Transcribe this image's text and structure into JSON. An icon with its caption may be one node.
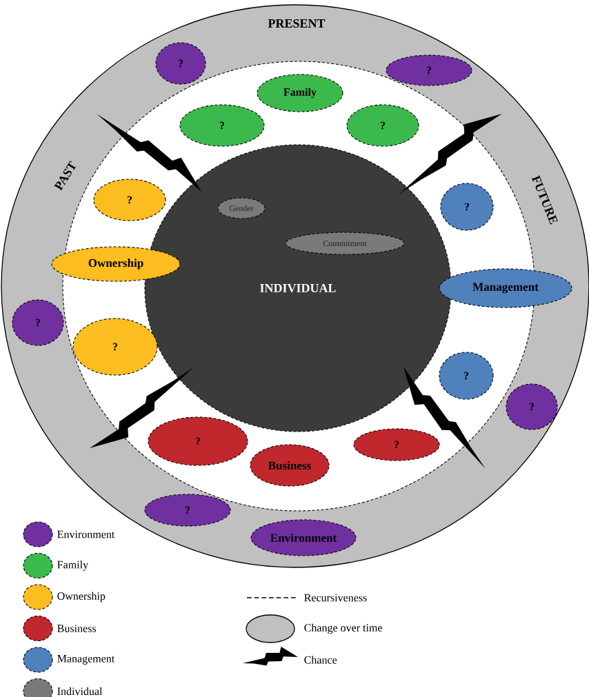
{
  "diagram": {
    "nodes": [
      {
        "text": [
          "PRESENT",
          "PAST",
          "FUTURE"
        ]
      },
      {
        "text": [],
        "shape": "circle",
        "in": 0
      },
      {
        "text": [
          "INDIVIDUAL"
        ],
        "in": 1
      },
      {
        "text": [
          "Gender"
        ],
        "in": 2
      },
      {
        "text": [
          "Commitment"
        ],
        "in": 2
      },
      {
        "text": [
          "?"
        ],
        "in": 0
      },
      {
        "text": [
          "?"
        ],
        "in": 0
      },
      {
        "text": [
          "Family"
        ],
        "in": 1
      },
      {
        "text": [
          "?"
        ],
        "in": 1
      },
      {
        "text": [
          "?"
        ],
        "in": 1
      },
      {
        "text": [
          "?"
        ],
        "in": 1
      },
      {
        "text": [
          "?"
        ],
        "in": 1
      },
      {
        "text": [
          "Ownership"
        ],
        "in": 0
      },
      {
        "text": [
          "Management"
        ],
        "in": 0
      },
      {
        "text": [
          "?"
        ],
        "in": 0
      },
      {
        "text": [
          "?"
        ],
        "in": 1
      },
      {
        "text": [
          "?"
        ],
        "in": 1
      },
      {
        "text": [
          "?"
        ],
        "in": 0
      },
      {
        "text": [
          "?"
        ],
        "in": 1
      },
      {
        "text": [
          "?"
        ],
        "in": 1
      },
      {
        "text": [
          "Business"
        ],
        "in": 1
      },
      {
        "text": [
          "?"
        ],
        "in": 0
      },
      {
        "text": [
          "Environment"
        ],
        "in": 0
      }
    ],
    "legend": [
      {
        "text": "Environment",
        "color": "#7030a0"
      },
      {
        "text": "Family",
        "color": "#3cb94c"
      },
      {
        "text": "Ownership",
        "color": "#fbbd1f"
      },
      {
        "text": "Business",
        "color": "#c0282d"
      },
      {
        "text": "Management",
        "color": "#4f81bd"
      },
      {
        "text": "Individual",
        "color": "#7a7a7a"
      },
      {
        "text": "Recursiveness"
      },
      {
        "text": "Change over time"
      },
      {
        "text": "Chance"
      }
    ]
  }
}
